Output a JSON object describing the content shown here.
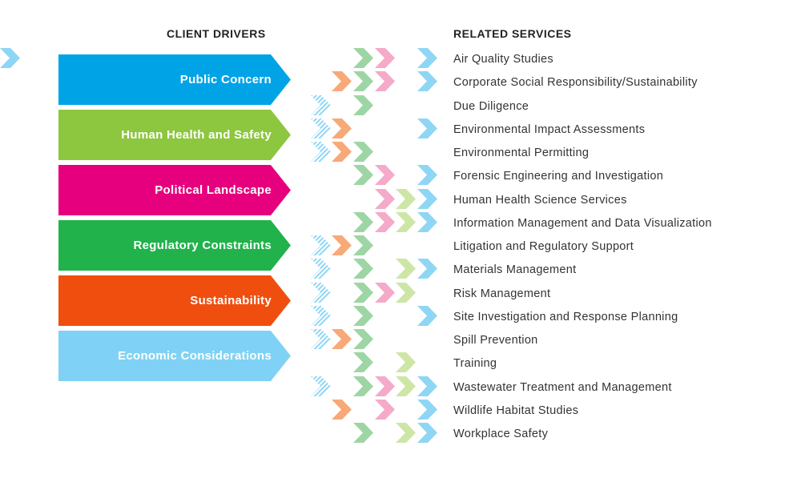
{
  "headers": {
    "client_drivers": "CLIENT DRIVERS",
    "related_services": "RELATED SERVICES"
  },
  "colors": {
    "public_concern": "#00a3e6",
    "human_health": "#8dc63f",
    "political": "#e6007e",
    "regulatory": "#21b24b",
    "sustainability": "#f04e0f",
    "economic": "#7fd2f5",
    "chevron_orange": "#f7a978",
    "chevron_green": "#9ed5a5",
    "chevron_pink": "#f4aac8",
    "chevron_lightgreen": "#cde6a6",
    "chevron_blue": "#8fd6f5"
  },
  "drivers": [
    {
      "label": "Public Concern",
      "color": "#00a3e6"
    },
    {
      "label": "Human Health and Safety",
      "color": "#8dc63f"
    },
    {
      "label": "Political Landscape",
      "color": "#e6007e"
    },
    {
      "label": "Regulatory Constraints",
      "color": "#21b24b"
    },
    {
      "label": "Sustainability",
      "color": "#f04e0f"
    },
    {
      "label": "Economic Considerations",
      "color": "#7fd2f5"
    }
  ],
  "services": [
    {
      "label": "Air Quality Studies",
      "drivers": [
        0,
        0,
        1,
        1,
        0,
        1,
        1
      ]
    },
    {
      "label": "Corporate Social Responsibility/Sustainability",
      "drivers": [
        0,
        1,
        1,
        1,
        0,
        1
      ]
    },
    {
      "label": "Due Diligence",
      "drivers": [
        1,
        0,
        1,
        0,
        0,
        0
      ]
    },
    {
      "label": "Environmental Impact Assessments",
      "drivers": [
        1,
        1,
        0,
        0,
        0,
        1
      ]
    },
    {
      "label": "Environmental Permitting",
      "drivers": [
        1,
        1,
        1,
        0,
        0,
        0
      ]
    },
    {
      "label": "Forensic Engineering and Investigation",
      "drivers": [
        0,
        0,
        1,
        1,
        0,
        1
      ]
    },
    {
      "label": "Human Health Science Services",
      "drivers": [
        0,
        0,
        0,
        1,
        1,
        1
      ]
    },
    {
      "label": "Information Management and Data Visualization",
      "drivers": [
        0,
        0,
        1,
        1,
        1,
        1
      ]
    },
    {
      "label": "Litigation and Regulatory Support",
      "drivers": [
        1,
        1,
        1,
        0,
        0,
        0
      ]
    },
    {
      "label": "Materials Management",
      "drivers": [
        1,
        0,
        1,
        0,
        1,
        1
      ]
    },
    {
      "label": "Risk Management",
      "drivers": [
        1,
        0,
        1,
        1,
        1,
        0
      ]
    },
    {
      "label": "Site Investigation and Response Planning",
      "drivers": [
        1,
        0,
        1,
        0,
        0,
        1
      ]
    },
    {
      "label": "Spill Prevention",
      "drivers": [
        1,
        1,
        1,
        0,
        0,
        0
      ]
    },
    {
      "label": "Training",
      "drivers": [
        0,
        0,
        1,
        0,
        1,
        0
      ]
    },
    {
      "label": "Wastewater Treatment and Management",
      "drivers": [
        1,
        0,
        1,
        1,
        1,
        1
      ]
    },
    {
      "label": "Wildlife Habitat Studies",
      "drivers": [
        0,
        1,
        0,
        1,
        0,
        1
      ]
    },
    {
      "label": "Workplace Safety",
      "drivers": [
        0,
        0,
        1,
        0,
        1,
        1
      ]
    }
  ],
  "chevron_columns": [
    {
      "name": "blue",
      "color": "#8fd6f5",
      "style": "hatched"
    },
    {
      "name": "orange",
      "color": "#f7a978",
      "style": "solid"
    },
    {
      "name": "green",
      "color": "#9ed5a5",
      "style": "solid"
    },
    {
      "name": "pink",
      "color": "#f4aac8",
      "style": "solid"
    },
    {
      "name": "lightgreen",
      "color": "#cde6a6",
      "style": "solid"
    },
    {
      "name": "blue2",
      "color": "#8fd6f5",
      "style": "solid"
    }
  ]
}
